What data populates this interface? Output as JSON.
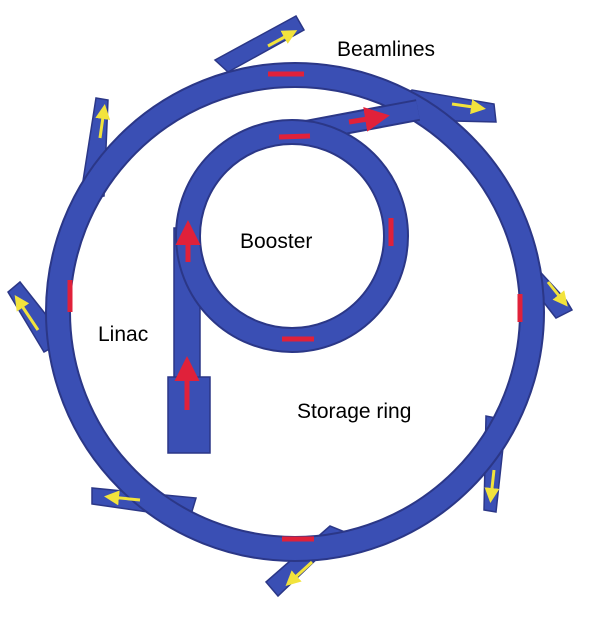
{
  "labels": {
    "beamlines": "Beamlines",
    "booster": "Booster",
    "linac": "Linac",
    "storage_ring": "Storage ring"
  },
  "colors": {
    "background": "#ffffff",
    "tube": "#3a4fb4",
    "tube_edge": "#2b3787",
    "electron_arrow": "#e0213a",
    "photon_arrow": "#f2e33c",
    "text": "#000000"
  }
}
